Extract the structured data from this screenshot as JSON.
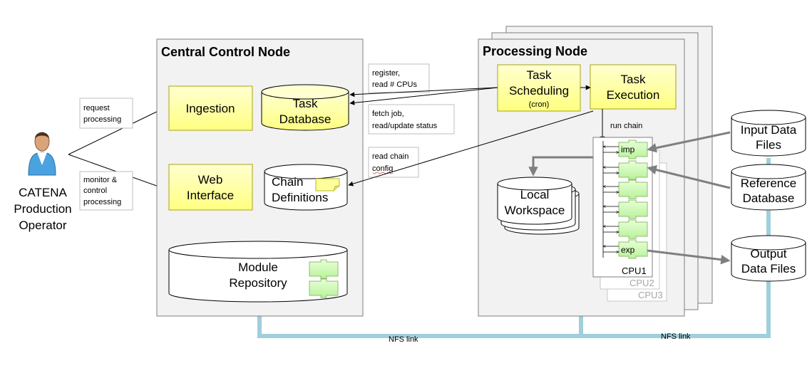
{
  "operator": {
    "lines": [
      "CATENA",
      "Production",
      "Operator"
    ]
  },
  "central_node": {
    "title": "Central Control Node",
    "ingestion": "Ingestion",
    "task_database": [
      "Task",
      "Database"
    ],
    "web_interface": [
      "Web",
      "Interface"
    ],
    "chain_definitions": [
      "Chain",
      "Definitions"
    ],
    "module_repository": [
      "Module",
      "Repository"
    ]
  },
  "processing_node": {
    "title": "Processing Node",
    "task_scheduling": [
      "Task",
      "Scheduling",
      "(cron)"
    ],
    "task_execution": [
      "Task",
      "Execution"
    ],
    "run_chain": "run chain",
    "local_workspace": [
      "Local",
      "Workspace"
    ],
    "chain_modules": {
      "first": "imp",
      "last": "exp"
    },
    "cpus": [
      "CPU1",
      "CPU2",
      "CPU3"
    ]
  },
  "notes": {
    "request_processing": [
      "request",
      "processing"
    ],
    "monitor_control": [
      "monitor &",
      "control",
      "processing"
    ],
    "register": [
      "register,",
      "read # CPUs"
    ],
    "fetch_job": [
      "fetch job,",
      "read/update status"
    ],
    "read_chain_config": [
      "read chain",
      "config"
    ]
  },
  "external": {
    "input_data": [
      "Input Data",
      "Files"
    ],
    "reference_db": [
      "Reference",
      "Database"
    ],
    "output_data": [
      "Output",
      "Data Files"
    ]
  },
  "nfs": {
    "left": "NFS link",
    "right": "NFS link"
  },
  "colors": {
    "box_fill": "#ffff99",
    "box_stroke": "#b4b432",
    "module_fill": "#ccffaa",
    "module_stroke": "#8fbc6f",
    "nfs_line": "#9fcfdb",
    "node_bg": "#f2f2f2"
  }
}
